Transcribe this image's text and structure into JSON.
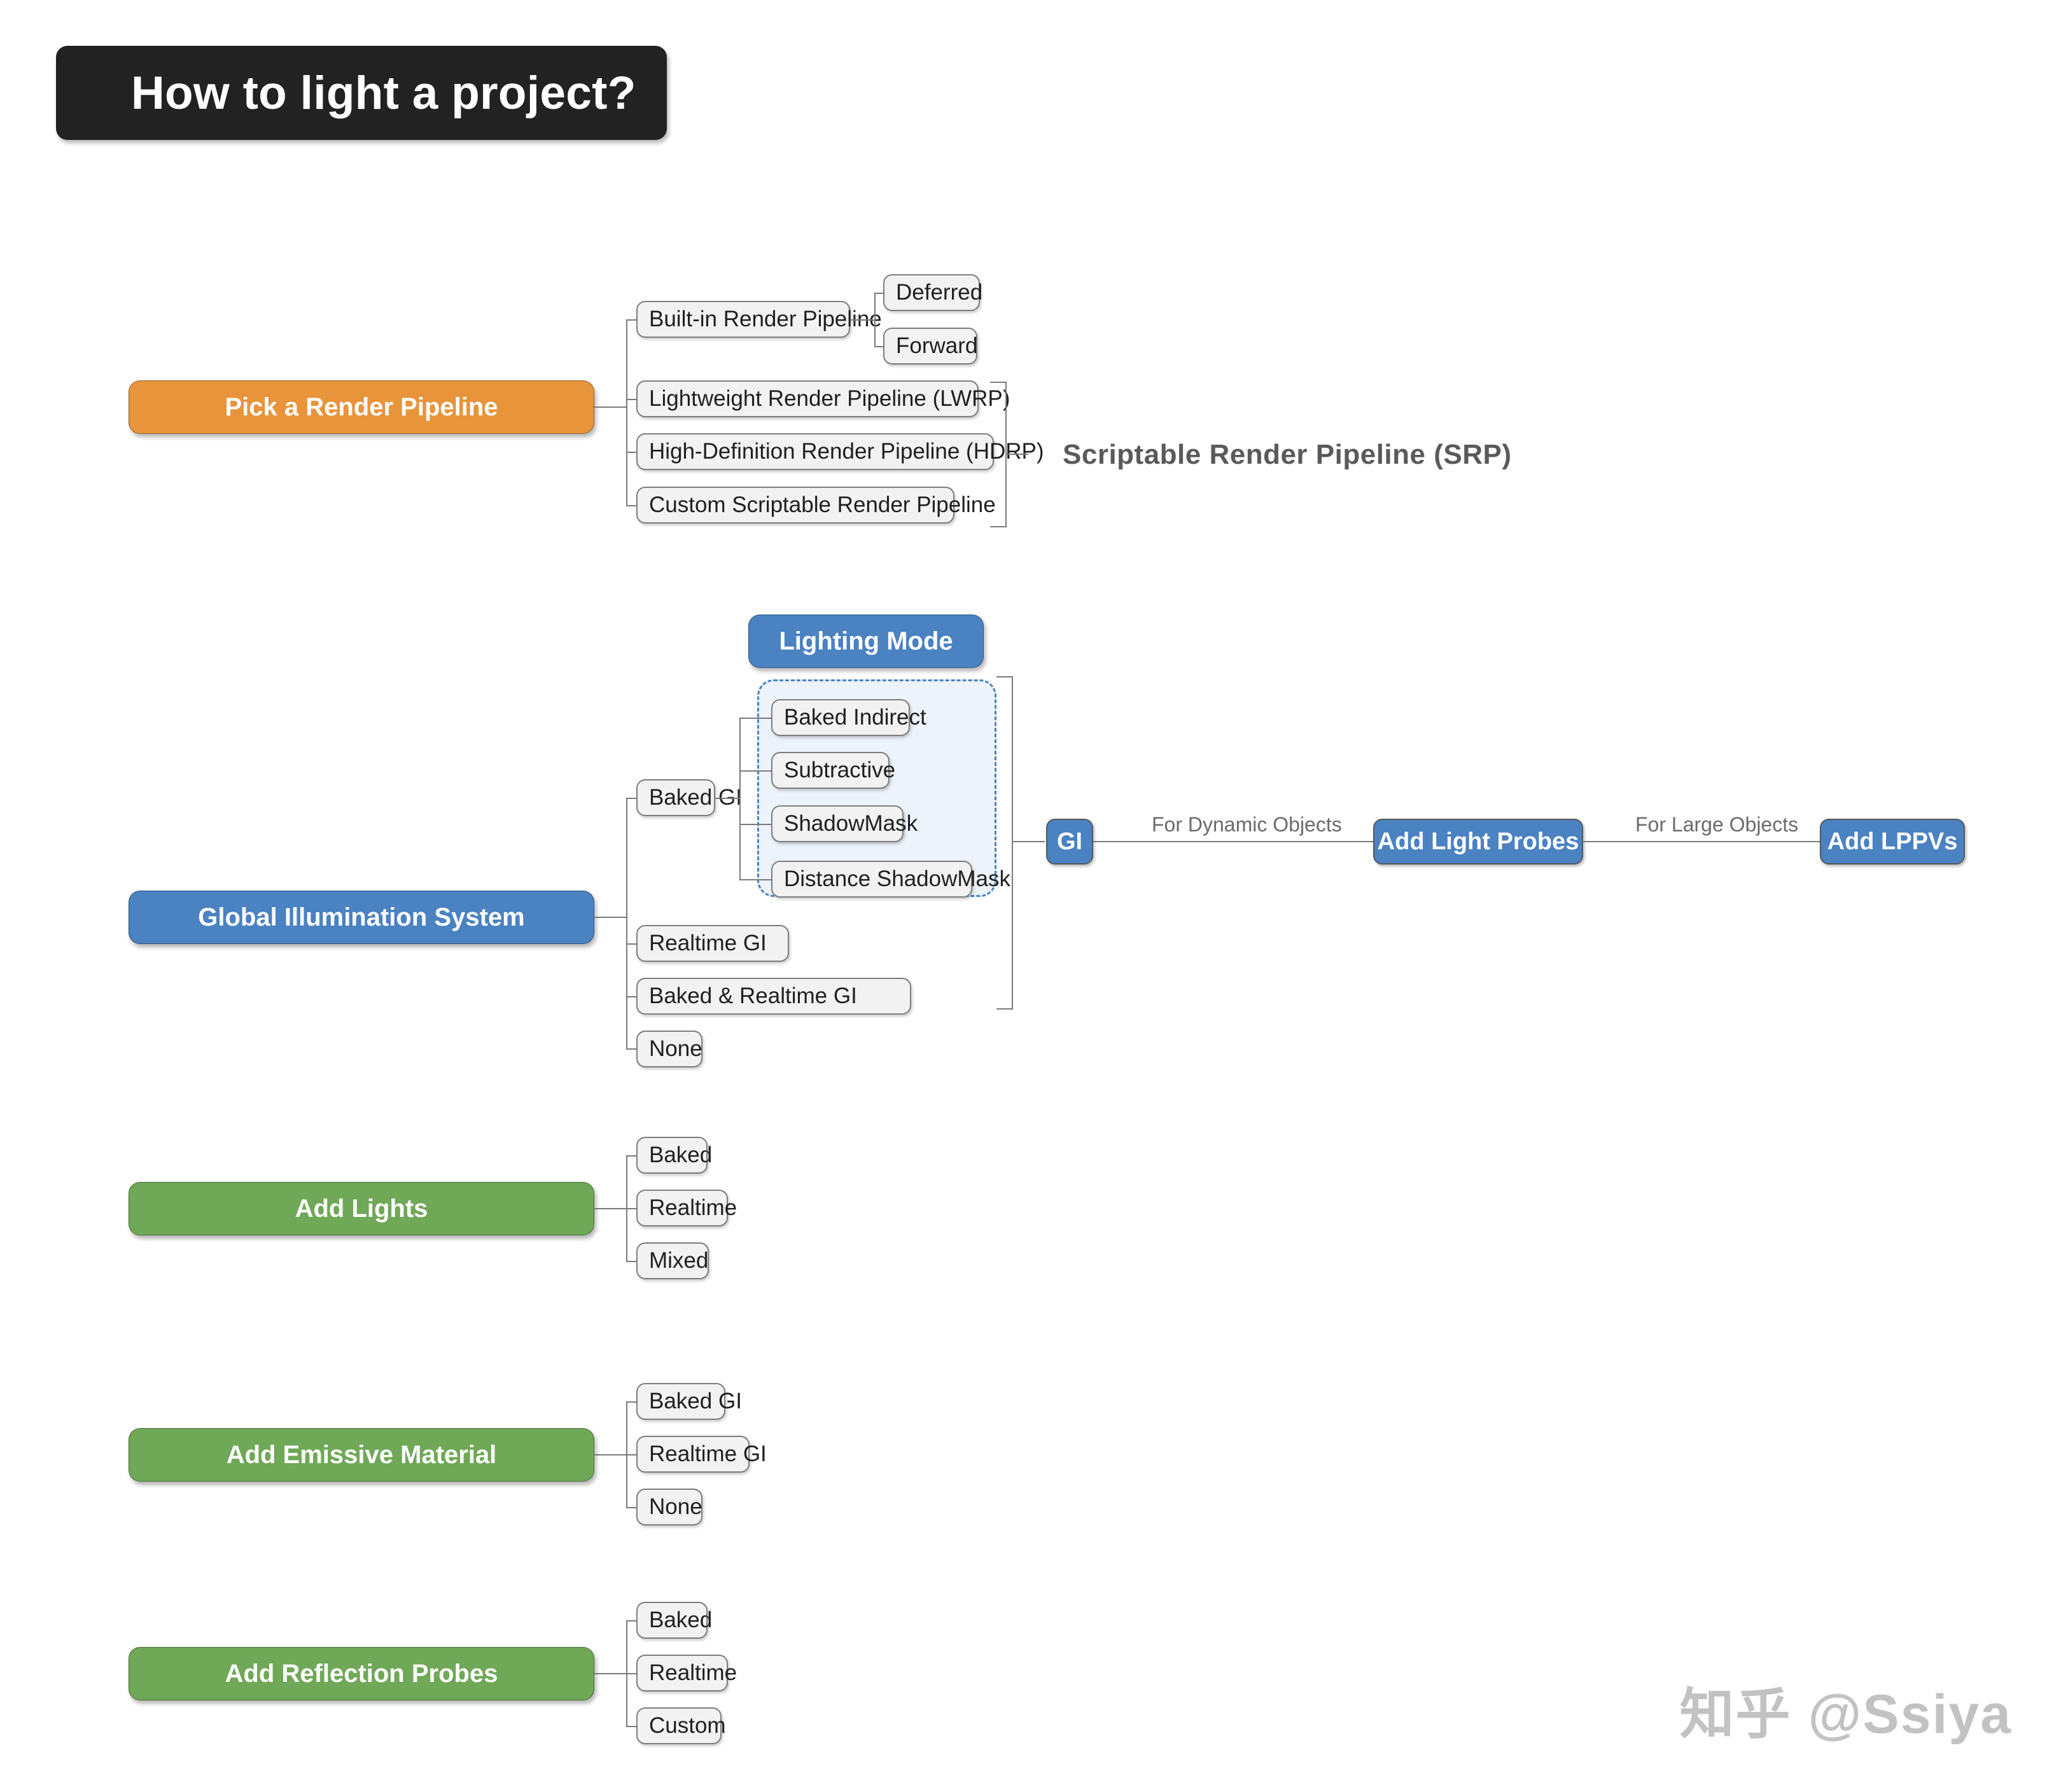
{
  "title": "How to light a project?",
  "watermark": "知乎 @Ssiya",
  "branches": {
    "render_pipeline": {
      "root_label": "Pick a Render Pipeline",
      "root_color": "#E8943A",
      "children": [
        {
          "label": "Built-in Render Pipeline",
          "children": [
            {
              "label": "Deferred"
            },
            {
              "label": "Forward"
            }
          ]
        },
        {
          "label": "Lightweight Render Pipeline (LWRP)"
        },
        {
          "label": "High-Definition Render Pipeline (HDRP)"
        },
        {
          "label": "Custom Scriptable Render Pipeline"
        }
      ],
      "group_label": "Scriptable Render Pipeline   (SRP)"
    },
    "global_illumination": {
      "root_label": "Global Illumination System",
      "root_color": "#4A82C2",
      "callout_label": "Lighting Mode",
      "children": [
        {
          "label": "Baked GI",
          "children": [
            {
              "label": "Baked Indirect"
            },
            {
              "label": "Subtractive"
            },
            {
              "label": "ShadowMask"
            },
            {
              "label": "Distance ShadowMask"
            }
          ]
        },
        {
          "label": "Realtime GI"
        },
        {
          "label": "Baked & Realtime GI"
        },
        {
          "label": "None"
        }
      ],
      "flow": {
        "gi_label": "GI",
        "edge1_label": "For Dynamic Objects",
        "probes_label": "Add Light Probes",
        "edge2_label": "For Large Objects",
        "lppv_label": "Add LPPVs"
      }
    },
    "add_lights": {
      "root_label": "Add Lights",
      "root_color": "#6FA857",
      "children": [
        {
          "label": "Baked"
        },
        {
          "label": "Realtime"
        },
        {
          "label": "Mixed"
        }
      ]
    },
    "add_emissive_material": {
      "root_label": "Add Emissive Material",
      "root_color": "#6FA857",
      "children": [
        {
          "label": "Baked GI"
        },
        {
          "label": "Realtime GI"
        },
        {
          "label": "None"
        }
      ]
    },
    "add_reflection_probes": {
      "root_label": "Add Reflection Probes",
      "root_color": "#6FA857",
      "children": [
        {
          "label": "Baked"
        },
        {
          "label": "Realtime"
        },
        {
          "label": "Custom"
        }
      ]
    }
  }
}
